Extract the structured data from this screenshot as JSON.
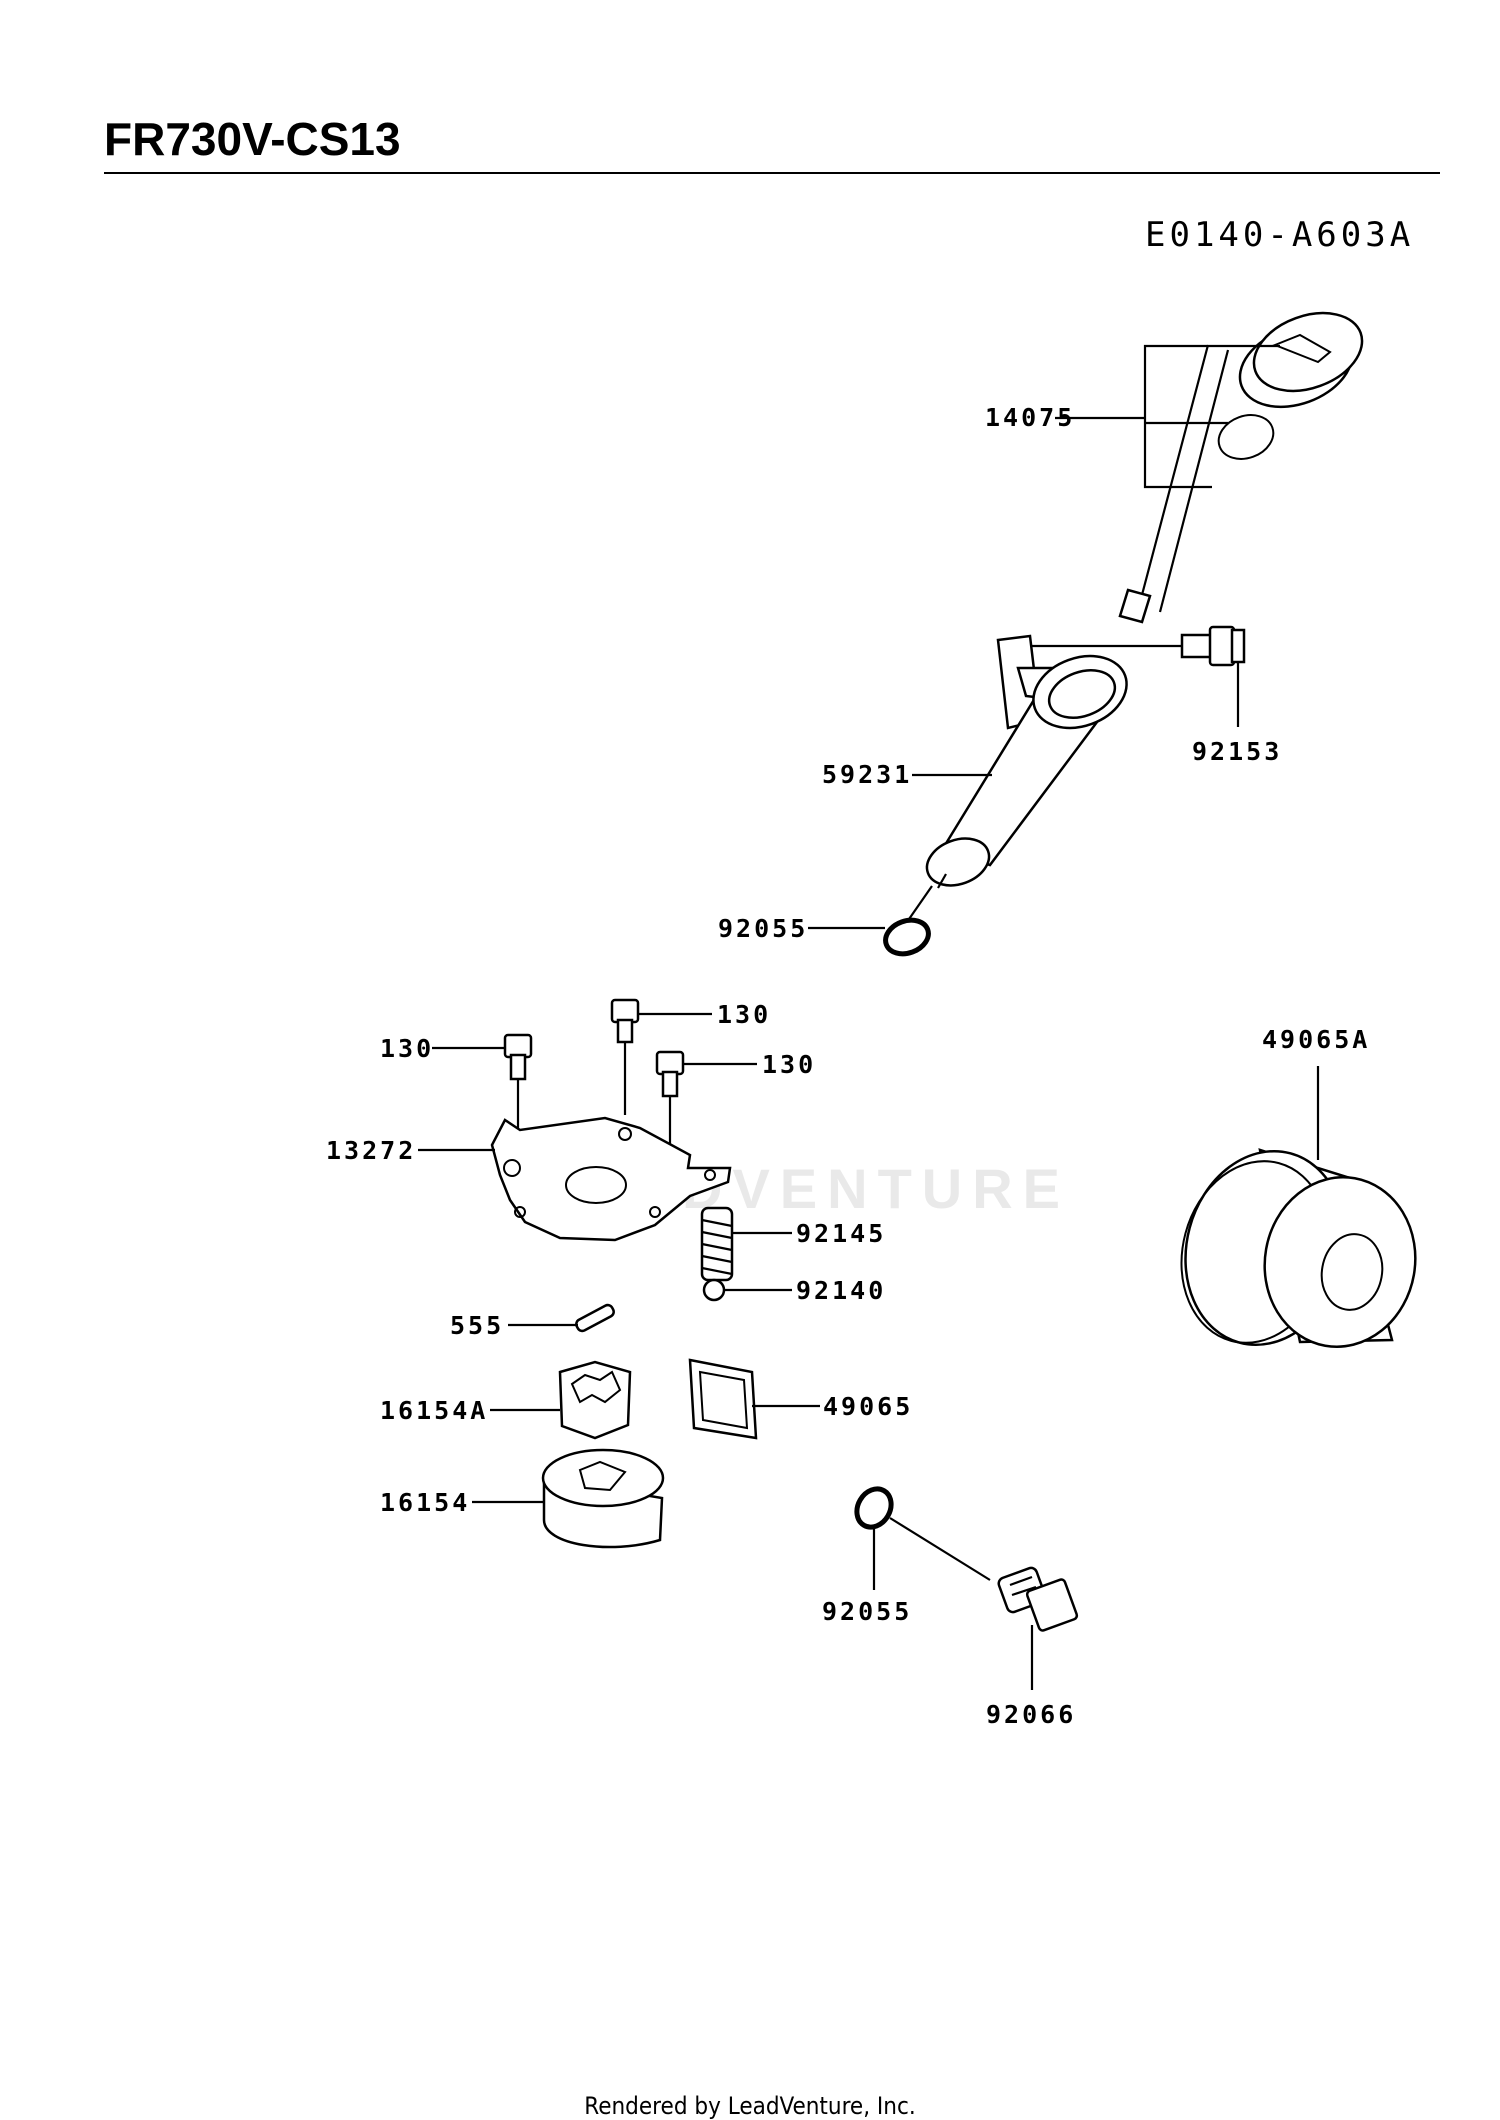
{
  "header": {
    "model": "FR730V-CS13",
    "diagram_code": "E0140-A603A"
  },
  "watermark": "LEADVENTURE",
  "footer": "Rendered by LeadVenture, Inc.",
  "parts": [
    {
      "id": "p14075",
      "label": "14075"
    },
    {
      "id": "p92153",
      "label": "92153"
    },
    {
      "id": "p59231",
      "label": "59231"
    },
    {
      "id": "p92055a",
      "label": "92055"
    },
    {
      "id": "p130a",
      "label": "130"
    },
    {
      "id": "p130b",
      "label": "130"
    },
    {
      "id": "p130c",
      "label": "130"
    },
    {
      "id": "p49065A",
      "label": "49065A"
    },
    {
      "id": "p13272",
      "label": "13272"
    },
    {
      "id": "p92145",
      "label": "92145"
    },
    {
      "id": "p92140",
      "label": "92140"
    },
    {
      "id": "p555",
      "label": "555"
    },
    {
      "id": "p16154A",
      "label": "16154A"
    },
    {
      "id": "p49065",
      "label": "49065"
    },
    {
      "id": "p16154",
      "label": "16154"
    },
    {
      "id": "p92055b",
      "label": "92055"
    },
    {
      "id": "p92066",
      "label": "92066"
    }
  ]
}
